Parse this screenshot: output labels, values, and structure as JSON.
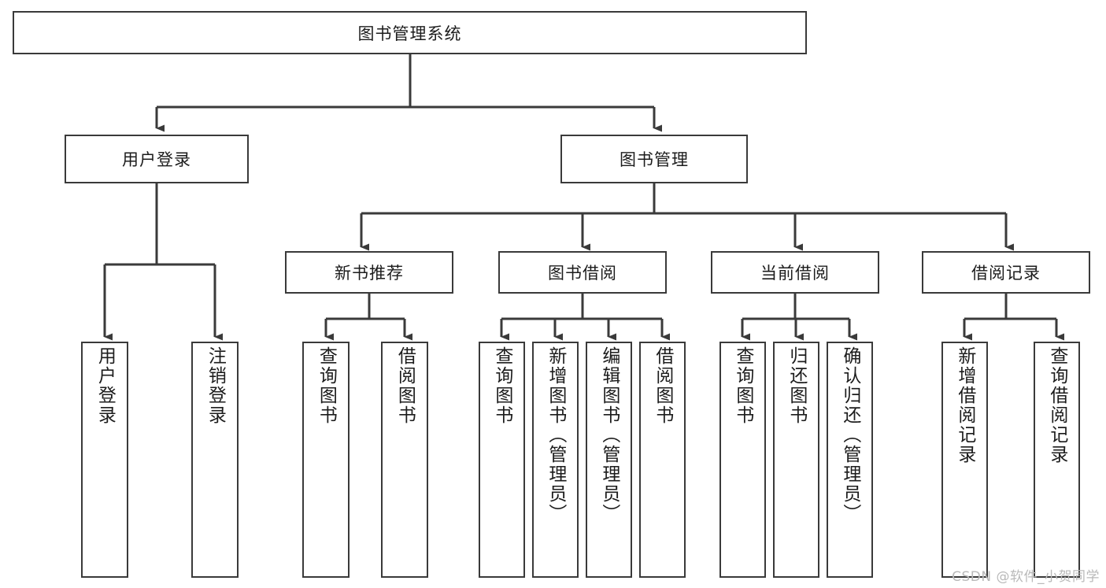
{
  "diagram": {
    "title": "图书管理系统",
    "type": "tree",
    "watermark": "CSDN @软件_小贺同学",
    "colors": {
      "stroke": "#3a3a3a",
      "background": "#ffffff",
      "text": "#1c1c1c",
      "watermark": "#b9b9b9"
    },
    "root": {
      "label": "图书管理系统"
    },
    "level2": [
      {
        "label": "用户登录"
      },
      {
        "label": "图书管理"
      }
    ],
    "level3": [
      {
        "label": "新书推荐"
      },
      {
        "label": "图书借阅"
      },
      {
        "label": "当前借阅"
      },
      {
        "label": "借阅记录"
      }
    ],
    "leaves": {
      "user_login": [
        {
          "label": "用户登录"
        },
        {
          "label": "注销登录"
        }
      ],
      "new_book_recommend": [
        {
          "label": "查询图书"
        },
        {
          "label": "借阅图书"
        }
      ],
      "book_borrow": [
        {
          "label": "查询图书"
        },
        {
          "label": "新增图书（管理员）"
        },
        {
          "label": "编辑图书（管理员）"
        },
        {
          "label": "借阅图书"
        }
      ],
      "current_borrow": [
        {
          "label": "查询图书"
        },
        {
          "label": "归还图书"
        },
        {
          "label": "确认归还（管理员）"
        }
      ],
      "borrow_record": [
        {
          "label": "新增借阅记录"
        },
        {
          "label": "查询借阅记录"
        }
      ]
    }
  }
}
